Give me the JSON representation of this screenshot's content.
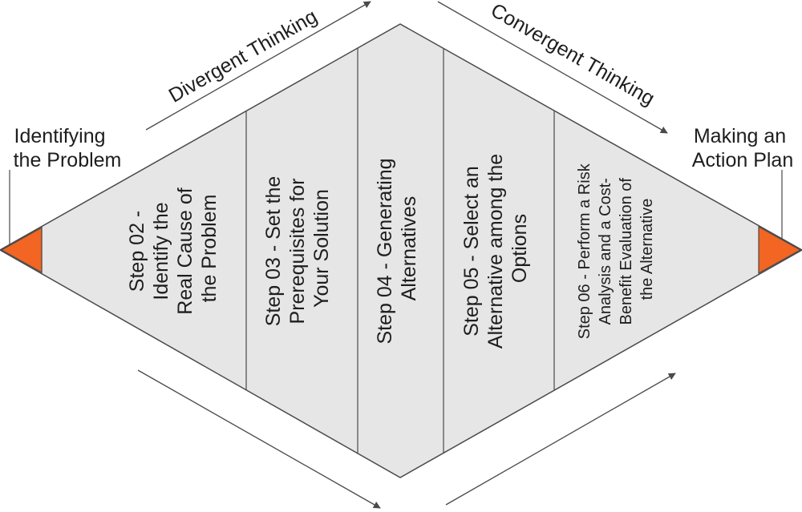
{
  "left_endpoint": {
    "lines": [
      "Identifying",
      "the Problem"
    ]
  },
  "right_endpoint": {
    "lines": [
      "Making an",
      "Action Plan"
    ]
  },
  "divergent_label": "Divergent Thinking",
  "convergent_label": "Convergent Thinking",
  "steps": [
    {
      "lines": [
        "Step 02 -",
        "Identify the",
        "Real Cause of",
        "the Problem"
      ]
    },
    {
      "lines": [
        "Step 03 - Set  the",
        "Prerequisites for",
        "Your Solution"
      ]
    },
    {
      "lines": [
        "Step 04 - Generating",
        "Alternatives"
      ]
    },
    {
      "lines": [
        "Step 05 - Select an",
        "Alternative among the",
        "Options"
      ]
    },
    {
      "lines": [
        "Step 06 - Perform a Risk",
        "Analysis and a Cost-",
        "Benefit Evaluation of",
        "the Alternative"
      ]
    }
  ],
  "colors": {
    "diamond_fill": "#e6e6e6",
    "outline": "#4a4a4a",
    "marker": "#f26522"
  }
}
